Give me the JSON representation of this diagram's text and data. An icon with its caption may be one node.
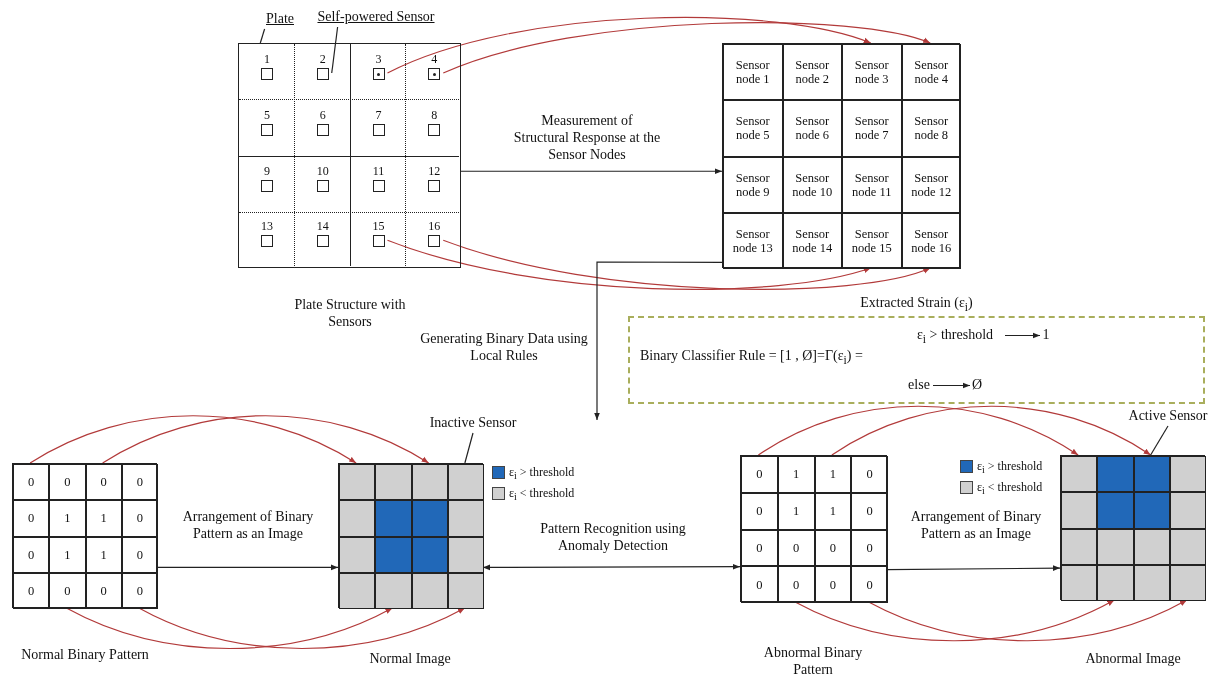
{
  "diagram": {
    "nodes": [
      {
        "text": [
          "Plate"
        ]
      },
      {
        "text": [
          "Self-powered Sensor"
        ]
      },
      {
        "text": [],
        "shape": "box",
        "beside": [
          "Plate Structure with Sensors"
        ]
      },
      {
        "text": [
          "1"
        ],
        "in": 2
      },
      {
        "text": [
          "2"
        ],
        "in": 2
      },
      {
        "text": [
          "3"
        ],
        "in": 2
      },
      {
        "text": [
          "4"
        ],
        "in": 2
      },
      {
        "text": [
          "5"
        ],
        "in": 2
      },
      {
        "text": [
          "6"
        ],
        "in": 2
      },
      {
        "text": [
          "7"
        ],
        "in": 2
      },
      {
        "text": [
          "8"
        ],
        "in": 2
      },
      {
        "text": [
          "9"
        ],
        "in": 2
      },
      {
        "text": [
          "10"
        ],
        "in": 2
      },
      {
        "text": [
          "11"
        ],
        "in": 2
      },
      {
        "text": [
          "12"
        ],
        "in": 2
      },
      {
        "text": [
          "13"
        ],
        "in": 2
      },
      {
        "text": [
          "14"
        ],
        "in": 2
      },
      {
        "text": [
          "15"
        ],
        "in": 2
      },
      {
        "text": [
          "16"
        ],
        "in": 2
      },
      {
        "text": [],
        "shape": "box"
      },
      {
        "text": [
          "Sensor node 1"
        ],
        "in": 19
      },
      {
        "text": [
          "Sensor node 2"
        ],
        "in": 19
      },
      {
        "text": [
          "Sensor node 3"
        ],
        "in": 19
      },
      {
        "text": [
          "Sensor node 4"
        ],
        "in": 19
      },
      {
        "text": [
          "Sensor node 5"
        ],
        "in": 19
      },
      {
        "text": [
          "Sensor node 6"
        ],
        "in": 19
      },
      {
        "text": [
          "Sensor node 7"
        ],
        "in": 19
      },
      {
        "text": [
          "Sensor node 8"
        ],
        "in": 19
      },
      {
        "text": [
          "Sensor node 9"
        ],
        "in": 19
      },
      {
        "text": [
          "Sensor node 10"
        ],
        "in": 19
      },
      {
        "text": [
          "Sensor node 11"
        ],
        "in": 19
      },
      {
        "text": [
          "Sensor node 12"
        ],
        "in": 19
      },
      {
        "text": [
          "Sensor node 13"
        ],
        "in": 19
      },
      {
        "text": [
          "Sensor node 14"
        ],
        "in": 19
      },
      {
        "text": [
          "Sensor node 15"
        ],
        "in": 19
      },
      {
        "text": [
          "Sensor node 16"
        ],
        "in": 19
      },
      {
        "text": [
          "Extracted Strain (ε$_{i}$)",
          "Binary Classifier Rule = [1 , Ø]=Γ(ε$_{i}$) ="
        ]
      },
      {
        "text": [
          "ε$_{i}$ > threshold"
        ],
        "in": 36
      },
      {
        "text": [
          "1"
        ],
        "in": 36
      },
      {
        "text": [
          "else"
        ],
        "in": 36
      },
      {
        "text": [
          "Ø"
        ],
        "in": 36
      },
      {
        "text": [],
        "shape": "box",
        "beside": [
          "Normal Binary Pattern"
        ]
      },
      {
        "text": [
          "0"
        ],
        "in": 41
      },
      {
        "text": [
          "0"
        ],
        "in": 41
      },
      {
        "text": [
          "0"
        ],
        "in": 41
      },
      {
        "text": [
          "0"
        ],
        "in": 41
      },
      {
        "text": [
          "0"
        ],
        "in": 41
      },
      {
        "text": [
          "1"
        ],
        "in": 41
      },
      {
        "text": [
          "1"
        ],
        "in": 41
      },
      {
        "text": [
          "0"
        ],
        "in": 41
      },
      {
        "text": [
          "0"
        ],
        "in": 41
      },
      {
        "text": [
          "1"
        ],
        "in": 41
      },
      {
        "text": [
          "1"
        ],
        "in": 41
      },
      {
        "text": [
          "0"
        ],
        "in": 41
      },
      {
        "text": [
          "0"
        ],
        "in": 41
      },
      {
        "text": [
          "0"
        ],
        "in": 41
      },
      {
        "text": [
          "0"
        ],
        "in": 41
      },
      {
        "text": [
          "0"
        ],
        "in": 41
      },
      {
        "text": [],
        "shape": "box",
        "beside": [
          "Normal Image"
        ]
      },
      {
        "text": [],
        "shape": "box",
        "in": 58
      },
      {
        "text": [],
        "shape": "box",
        "in": 58
      },
      {
        "text": [],
        "shape": "box",
        "in": 58
      },
      {
        "text": [],
        "shape": "box",
        "in": 58
      },
      {
        "text": [],
        "shape": "box",
        "in": 58
      },
      {
        "text": [],
        "shape": "box",
        "in": 58
      },
      {
        "text": [],
        "shape": "box",
        "in": 58
      },
      {
        "text": [],
        "shape": "box",
        "in": 58
      },
      {
        "text": [],
        "shape": "box",
        "in": 58
      },
      {
        "text": [],
        "shape": "box",
        "in": 58
      },
      {
        "text": [],
        "shape": "box",
        "in": 58
      },
      {
        "text": [],
        "shape": "box",
        "in": 58
      },
      {
        "text": [],
        "shape": "box",
        "in": 58
      },
      {
        "text": [],
        "shape": "box",
        "in": 58
      },
      {
        "text": [],
        "shape": "box",
        "in": 58
      },
      {
        "text": [],
        "shape": "box",
        "in": 58
      },
      {
        "text": [
          "Inactive Sensor"
        ]
      },
      {
        "text": [],
        "shape": "box",
        "beside": [
          "Abnormal Binary Pattern"
        ]
      },
      {
        "text": [
          "0"
        ],
        "in": 76
      },
      {
        "text": [
          "1"
        ],
        "in": 76
      },
      {
        "text": [
          "1"
        ],
        "in": 76
      },
      {
        "text": [
          "0"
        ],
        "in": 76
      },
      {
        "text": [
          "0"
        ],
        "in": 76
      },
      {
        "text": [
          "1"
        ],
        "in": 76
      },
      {
        "text": [
          "1"
        ],
        "in": 76
      },
      {
        "text": [
          "0"
        ],
        "in": 76
      },
      {
        "text": [
          "0"
        ],
        "in": 76
      },
      {
        "text": [
          "0"
        ],
        "in": 76
      },
      {
        "text": [
          "0"
        ],
        "in": 76
      },
      {
        "text": [
          "0"
        ],
        "in": 76
      },
      {
        "text": [
          "0"
        ],
        "in": 76
      },
      {
        "text": [
          "0"
        ],
        "in": 76
      },
      {
        "text": [
          "0"
        ],
        "in": 76
      },
      {
        "text": [
          "0"
        ],
        "in": 76
      },
      {
        "text": [],
        "shape": "box",
        "beside": [
          "Abnormal Image"
        ]
      },
      {
        "text": [],
        "shape": "box",
        "in": 93
      },
      {
        "text": [],
        "shape": "box",
        "in": 93
      },
      {
        "text": [],
        "shape": "box",
        "in": 93
      },
      {
        "text": [],
        "shape": "box",
        "in": 93
      },
      {
        "text": [],
        "shape": "box",
        "in": 93
      },
      {
        "text": [],
        "shape": "box",
        "in": 93
      },
      {
        "text": [],
        "shape": "box",
        "in": 93
      },
      {
        "text": [],
        "shape": "box",
        "in": 93
      },
      {
        "text": [],
        "shape": "box",
        "in": 93
      },
      {
        "text": [],
        "shape": "box",
        "in": 93
      },
      {
        "text": [],
        "shape": "box",
        "in": 93
      },
      {
        "text": [],
        "shape": "box",
        "in": 93
      },
      {
        "text": [],
        "shape": "box",
        "in": 93
      },
      {
        "text": [],
        "shape": "box",
        "in": 93
      },
      {
        "text": [],
        "shape": "box",
        "in": 93
      },
      {
        "text": [],
        "shape": "box",
        "in": 93
      },
      {
        "text": [
          "Active Sensor"
        ]
      }
    ],
    "edges": [
      {
        "from": 0,
        "to": 2,
        "arrow": "none",
        "color": "#222222"
      },
      {
        "from": 1,
        "to": 4,
        "arrow": "none",
        "color": "#222222"
      },
      {
        "from": 5,
        "to": 22,
        "arrow": "to"
      },
      {
        "from": 6,
        "to": 23,
        "arrow": "to"
      },
      {
        "from": 17,
        "to": 34,
        "arrow": "to"
      },
      {
        "from": 18,
        "to": 35,
        "arrow": "to"
      },
      {
        "from": 2,
        "to": 19,
        "arrow": "to",
        "label": "Measurement of Structural Response at the Sensor Nodes",
        "color": "#222222"
      },
      {
        "from": 19,
        "to": null,
        "arrow": "to",
        "label": "Generating Binary Data using Local Rules",
        "color": "#222222"
      },
      {
        "from": 37,
        "to": 38,
        "arrow": "to",
        "color": "#222222"
      },
      {
        "from": 39,
        "to": 40,
        "arrow": "to",
        "color": "#222222"
      },
      {
        "from": 42,
        "to": 59,
        "arrow": "to"
      },
      {
        "from": 44,
        "to": 61,
        "arrow": "to"
      },
      {
        "from": 55,
        "to": 72,
        "arrow": "to"
      },
      {
        "from": 57,
        "to": 74,
        "arrow": "to"
      },
      {
        "from": 41,
        "to": 58,
        "arrow": "to",
        "label": "Arrangement of Binary Pattern as an Image",
        "color": "#222222"
      },
      {
        "from": 58,
        "to": 76,
        "arrow": "both",
        "label": "Pattern Recognition using Anomaly Detection",
        "color": "#222222"
      },
      {
        "from": 77,
        "to": 94,
        "arrow": "to"
      },
      {
        "from": 79,
        "to": 96,
        "arrow": "to"
      },
      {
        "from": 90,
        "to": 107,
        "arrow": "to"
      },
      {
        "from": 92,
        "to": 109,
        "arrow": "to"
      },
      {
        "from": 76,
        "to": 93,
        "arrow": "to",
        "label": "Arrangement of Binary Pattern as an Image",
        "color": "#222222"
      },
      {
        "from": 75,
        "to": 62,
        "arrow": "none",
        "color": "#222222"
      },
      {
        "from": 110,
        "to": 96,
        "arrow": "none",
        "color": "#222222"
      }
    ],
    "legend": [
      {
        "text": "ε$_{i}$ > threshold",
        "color": "#2168b8"
      },
      {
        "text": "ε$_{i}$ < threshold",
        "color": "#d0d0d0"
      },
      {
        "text": "ε$_{i}$ > threshold",
        "color": "#2168b8"
      },
      {
        "text": "ε$_{i}$ < threshold",
        "color": "#d0d0d0"
      }
    ]
  }
}
